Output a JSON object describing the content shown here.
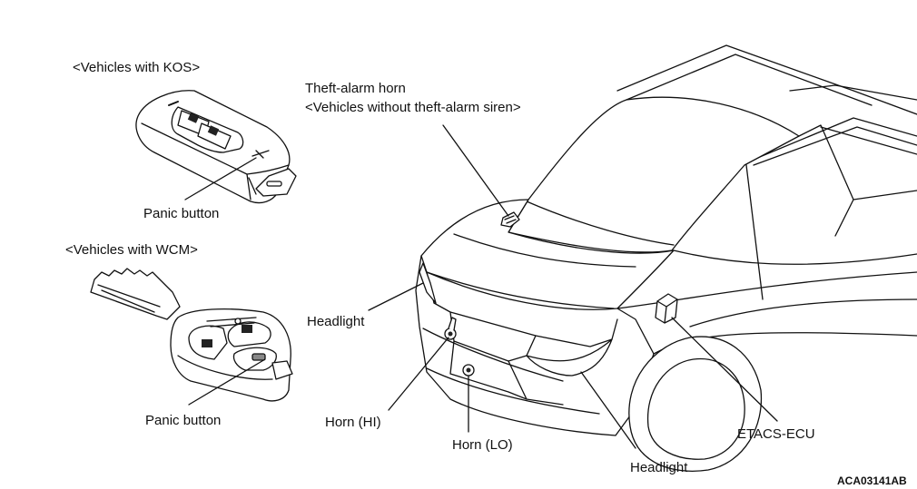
{
  "labels": {
    "kos_title": "<Vehicles with KOS>",
    "wcm_title": "<Vehicles with WCM>",
    "panic_kos": "Panic button",
    "panic_wcm": "Panic button",
    "theft_horn_line1": "Theft-alarm horn",
    "theft_horn_line2": "<Vehicles without theft-alarm siren>",
    "headlight_left": "Headlight",
    "headlight_right": "Headlight",
    "horn_hi": "Horn (HI)",
    "horn_lo": "Horn (LO)",
    "etacs": "ETACS-ECU",
    "figure_code": "ACA03141AB"
  },
  "colors": {
    "line": "#111111",
    "paper": "#ffffff"
  }
}
